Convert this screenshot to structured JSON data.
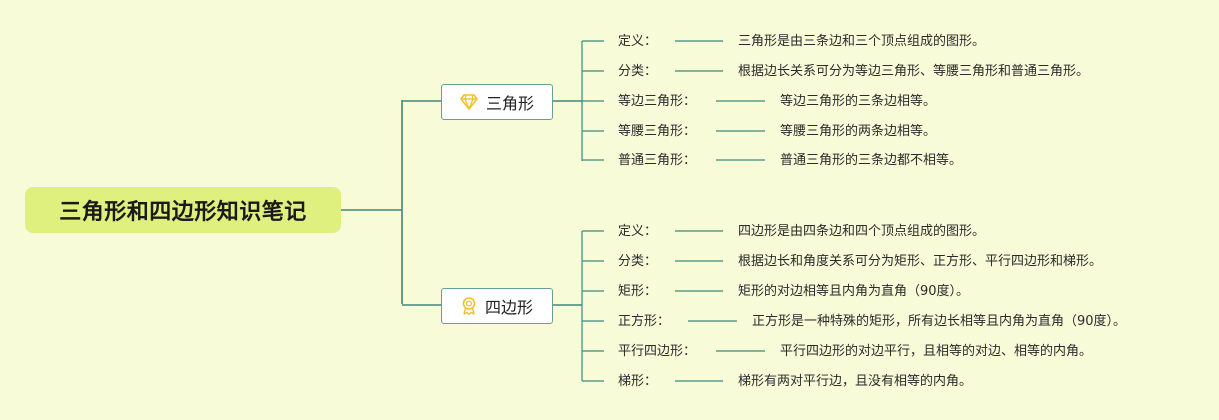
{
  "colors": {
    "background": "#f7fbd8",
    "root_fill": "#dff07e",
    "connector": "#3c8a7c",
    "icon": "#f2bf2c"
  },
  "root": {
    "label": "三角形和四边形知识笔记"
  },
  "branches": [
    {
      "label": "三角形",
      "icon": "diamond-icon",
      "items": [
        {
          "key": "定义：",
          "value": "三角形是由三条边和三个顶点组成的图形。"
        },
        {
          "key": "分类：",
          "value": "根据边长关系可分为等边三角形、等腰三角形和普通三角形。"
        },
        {
          "key": "等边三角形：",
          "value": "等边三角形的三条边相等。"
        },
        {
          "key": "等腰三角形：",
          "value": "等腰三角形的两条边相等。"
        },
        {
          "key": "普通三角形：",
          "value": "普通三角形的三条边都不相等。"
        }
      ]
    },
    {
      "label": "四边形",
      "icon": "award-ribbon-icon",
      "items": [
        {
          "key": "定义：",
          "value": "四边形是由四条边和四个顶点组成的图形。"
        },
        {
          "key": "分类：",
          "value": "根据边长和角度关系可分为矩形、正方形、平行四边形和梯形。"
        },
        {
          "key": "矩形：",
          "value": "矩形的对边相等且内角为直角（90度）。"
        },
        {
          "key": "正方形：",
          "value": "正方形是一种特殊的矩形，所有边长相等且内角为直角（90度）。"
        },
        {
          "key": "平行四边形：",
          "value": "平行四边形的对边平行，且相等的对边、相等的内角。"
        },
        {
          "key": "梯形：",
          "value": "梯形有两对平行边，且没有相等的内角。"
        }
      ]
    }
  ]
}
